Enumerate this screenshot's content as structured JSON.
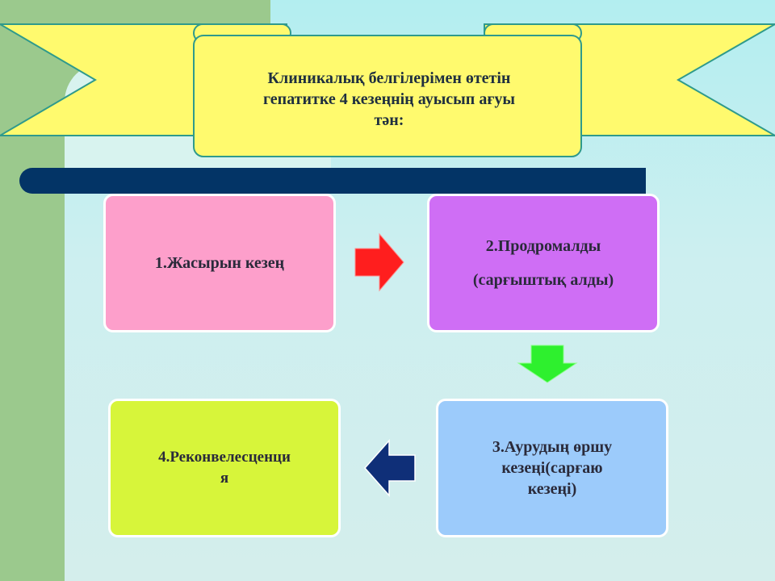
{
  "title": {
    "lines": [
      "Клиникалық белгілерімен өтетін",
      "гепатитке 4 кезеңнің ауысып ағуы",
      "тән:"
    ]
  },
  "stages": [
    {
      "lines": [
        "1.Жасырын  кезең"
      ]
    },
    {
      "lines": [
        "2.Продромалды",
        "(сарғыштық алды)"
      ]
    },
    {
      "lines": [
        "3.Аурудың өршу",
        "кезеңі(сарғаю",
        "кезеңі)"
      ]
    },
    {
      "lines": [
        "4.Реконвелесценци",
        "я"
      ]
    }
  ],
  "arrows": {
    "stage1_to_2": {
      "color": "#ff1e1e",
      "direction": "right"
    },
    "stage2_to_3": {
      "color": "#2ef02e",
      "direction": "down"
    },
    "stage3_to_4": {
      "color": "#0f2f78",
      "direction": "left"
    }
  },
  "colors": {
    "stage1": "#fd9fcb",
    "stage2": "#cf6ef5",
    "stage3": "#9ccbfb",
    "stage4": "#d7f53a",
    "banner": "#fffa6e",
    "bar": "#033466"
  }
}
